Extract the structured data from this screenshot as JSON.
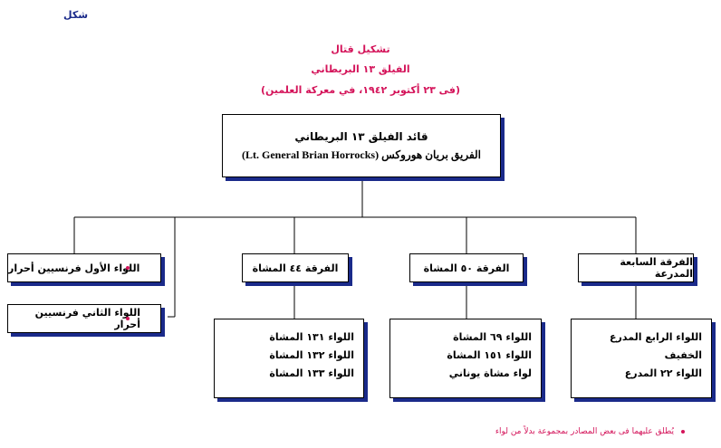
{
  "figure_label": "شكل",
  "header": {
    "line1": "تشكيل قتال",
    "line2": "الفيلق ١٣ البريطاني",
    "line3": "(فى ٢٣ أكتوبر ١٩٤٢، في معركة العلمين)"
  },
  "commander": {
    "title": "قائد الفيلق ١٣ البريطاني",
    "name": "الفريق بريان هوروكس (Lt. General Brian Horrocks)"
  },
  "divisions": {
    "d7": {
      "title": "الفرقة السابعة المدرعة",
      "units": [
        "اللواء الرابع المدرع الخفيف",
        "اللواء ٢٢ المدرع"
      ]
    },
    "d50": {
      "title": "الفرقة ٥٠ المشاة",
      "units": [
        "اللواء ٦٩ المشاة",
        "اللواء ١٥١ المشاة",
        "لواء مشاة يوناني"
      ]
    },
    "d44": {
      "title": "الفرقة ٤٤ المشاة",
      "units": [
        "اللواء ١٣١ المشاة",
        "اللواء ١٣٢ المشاة",
        "اللواء ١٣٣ المشاة"
      ]
    }
  },
  "free_french": {
    "first": "اللواء الأول فرنسيين أحرار",
    "second": "اللواء الثاني فرنسيين أحرار"
  },
  "footnote": "يُطلق عليهما فى بعض المصادر بمجموعة بدلاً من لواء",
  "colors": {
    "accent": "#d4145a",
    "shadow": "#1a2a8a",
    "line": "#000000"
  }
}
